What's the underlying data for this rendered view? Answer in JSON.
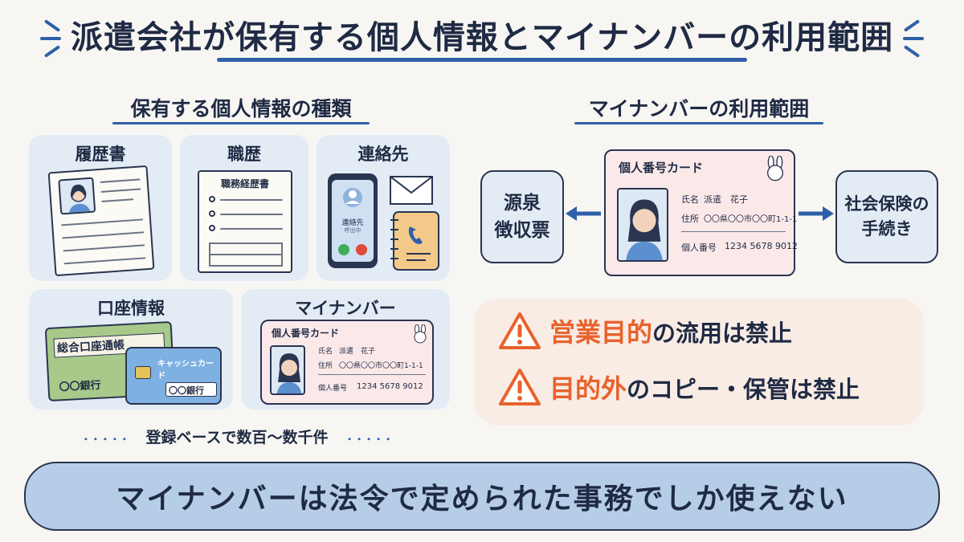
{
  "title": "派遣会社が保有する個人情報とマイナンバーの利用範囲",
  "left_section": {
    "heading": "保有する個人情報の種類",
    "panels": {
      "resume": "履歴書",
      "career": "職歴",
      "career_doc": "職務経歴書",
      "contact": "連絡先",
      "phone_caller": "連絡先",
      "phone_status": "呼出中",
      "bank": "口座情報",
      "passbook": "総合口座通帳",
      "passbook_bank": "〇〇銀行",
      "cash_card": "キャッシュカード",
      "cash_card_bank": "〇〇銀行",
      "mynumber": "マイナンバー"
    },
    "footnote_dots_left": "・・・・・",
    "footnote": "登録ベースで数百〜数千件",
    "footnote_dots_right": "・・・・・"
  },
  "card": {
    "header": "個人番号カード",
    "name_label": "氏名",
    "name_value": "派遣　花子",
    "address_label": "住所",
    "address_value": "〇〇県〇〇市〇〇町1-1-1",
    "number_label": "個人番号",
    "number_value": "1234  5678  9012"
  },
  "right_section": {
    "heading": "マイナンバーの利用範囲",
    "left_box_line1": "源泉",
    "left_box_line2": "徴収票",
    "right_box_line1": "社会保険の",
    "right_box_line2": "手続き"
  },
  "warnings": [
    {
      "highlight": "営業目的",
      "rest": "の流用は禁止"
    },
    {
      "highlight": "目的外",
      "rest": "のコピー・保管は禁止"
    }
  ],
  "banner": "マイナンバーは法令で定められた事務でしか使えない",
  "colors": {
    "accent_blue": "#2f5fa8",
    "warning_orange": "#e8622b",
    "panel_blue": "#e3ecf5",
    "banner_blue": "#b6cde8"
  }
}
